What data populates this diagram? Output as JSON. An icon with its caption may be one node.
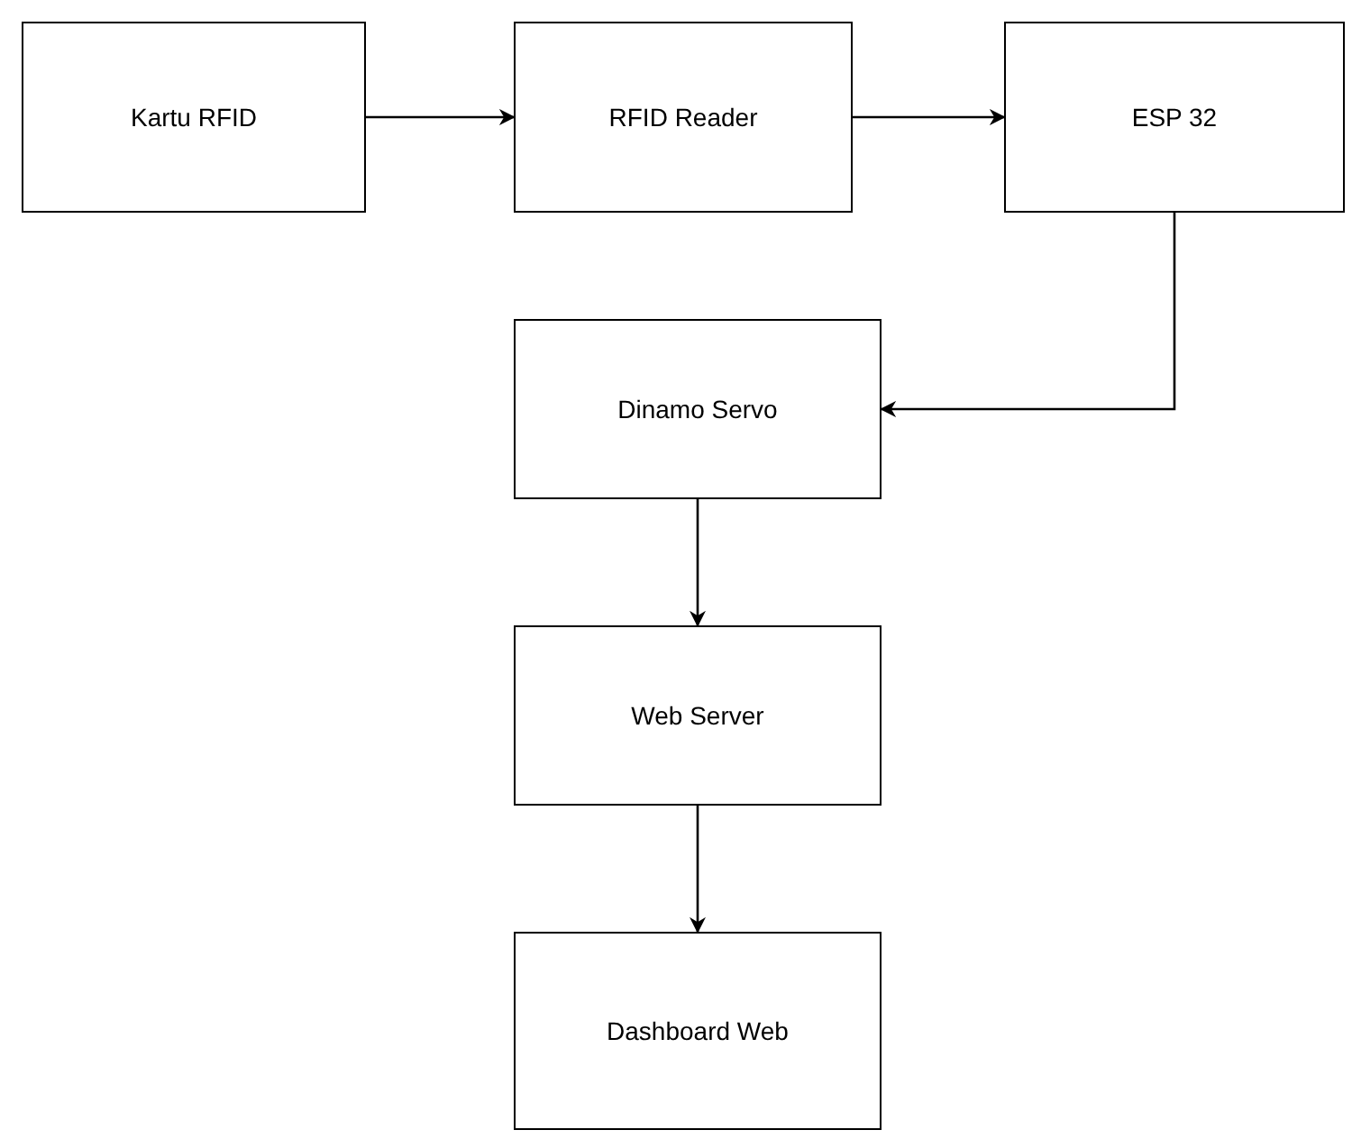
{
  "diagram": {
    "nodes": [
      {
        "text": [
          "Kartu RFID"
        ]
      },
      {
        "text": [
          "RFID Reader"
        ]
      },
      {
        "text": [
          "ESP 32"
        ]
      },
      {
        "text": [
          "Dinamo Servo"
        ]
      },
      {
        "text": [
          "Web Server"
        ]
      },
      {
        "text": [
          "Dashboard Web"
        ]
      }
    ],
    "edges": [
      {
        "from": 0,
        "to": 1,
        "arrow": "to"
      },
      {
        "from": 1,
        "to": 2,
        "arrow": "to"
      },
      {
        "from": 2,
        "to": 3,
        "arrow": "to"
      },
      {
        "from": 3,
        "to": 4,
        "arrow": "to"
      },
      {
        "from": 4,
        "to": 5,
        "arrow": "to"
      }
    ]
  }
}
